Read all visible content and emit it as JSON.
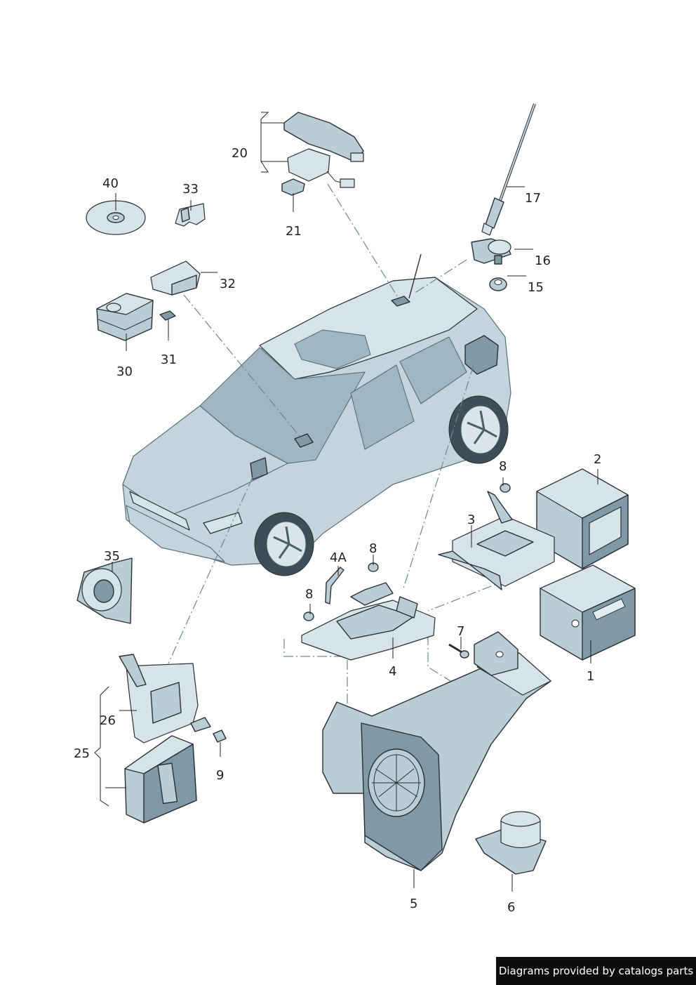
{
  "callouts": {
    "c1": "1",
    "c2": "2",
    "c3": "3",
    "c4": "4",
    "c4a": "4A",
    "c5": "5",
    "c6": "6",
    "c7": "7",
    "c8a": "8",
    "c8b": "8",
    "c8c": "8",
    "c9": "9",
    "c15": "15",
    "c16": "16",
    "c17": "17",
    "c20": "20",
    "c21": "21",
    "c25": "25",
    "c26": "26",
    "c30": "30",
    "c31": "31",
    "c32": "32",
    "c33": "33",
    "c35": "35",
    "c40": "40"
  },
  "credit": "Diagrams provided by catalogs parts",
  "colors": {
    "part": "#b9cdd6",
    "part_dark": "#7f99a6",
    "outline": "#2a2f33",
    "banner": "#0d0d0d"
  }
}
